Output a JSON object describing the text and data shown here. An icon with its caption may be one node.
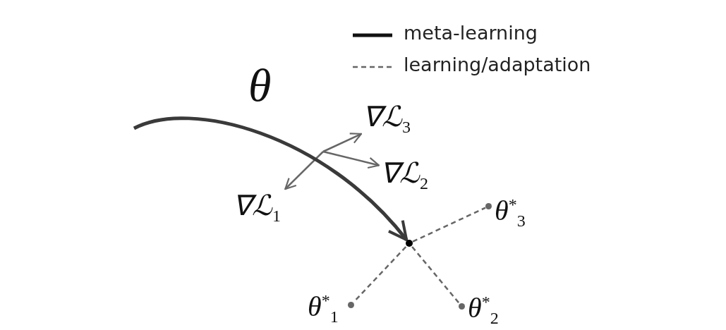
{
  "diagram": {
    "nodes": [
      {
        "text": [
          "∇ℒ$_{3}$"
        ]
      },
      {
        "text": [
          "∇ℒ$_{2}$"
        ]
      },
      {
        "text": [
          "∇ℒ$_{1}$"
        ]
      },
      {
        "text": [],
        "shape": "circle"
      },
      {
        "text": [
          "θ$^{*}$$_{3}$"
        ]
      },
      {
        "text": [
          "θ$^{*}$$_{1}$"
        ]
      },
      {
        "text": [
          "θ$^{*}$$_{2}$"
        ]
      }
    ],
    "edges": [
      {
        "from": null,
        "to": 0,
        "arrow": "to"
      },
      {
        "from": null,
        "to": 1,
        "arrow": "to"
      },
      {
        "from": null,
        "to": 2,
        "arrow": "to"
      },
      {
        "from": null,
        "to": 3,
        "arrow": "to",
        "style": "thick",
        "color": "#3a3a3a"
      },
      {
        "from": 3,
        "to": 4,
        "arrow": "none",
        "style": "dashed"
      },
      {
        "from": 3,
        "to": 5,
        "arrow": "none",
        "style": "dashed"
      },
      {
        "from": 3,
        "to": 6,
        "arrow": "none",
        "style": "dashed"
      }
    ],
    "labels": [
      "θ"
    ],
    "legend": [
      {
        "text": "meta-learning"
      },
      {
        "text": "learning/adaptation"
      }
    ]
  }
}
